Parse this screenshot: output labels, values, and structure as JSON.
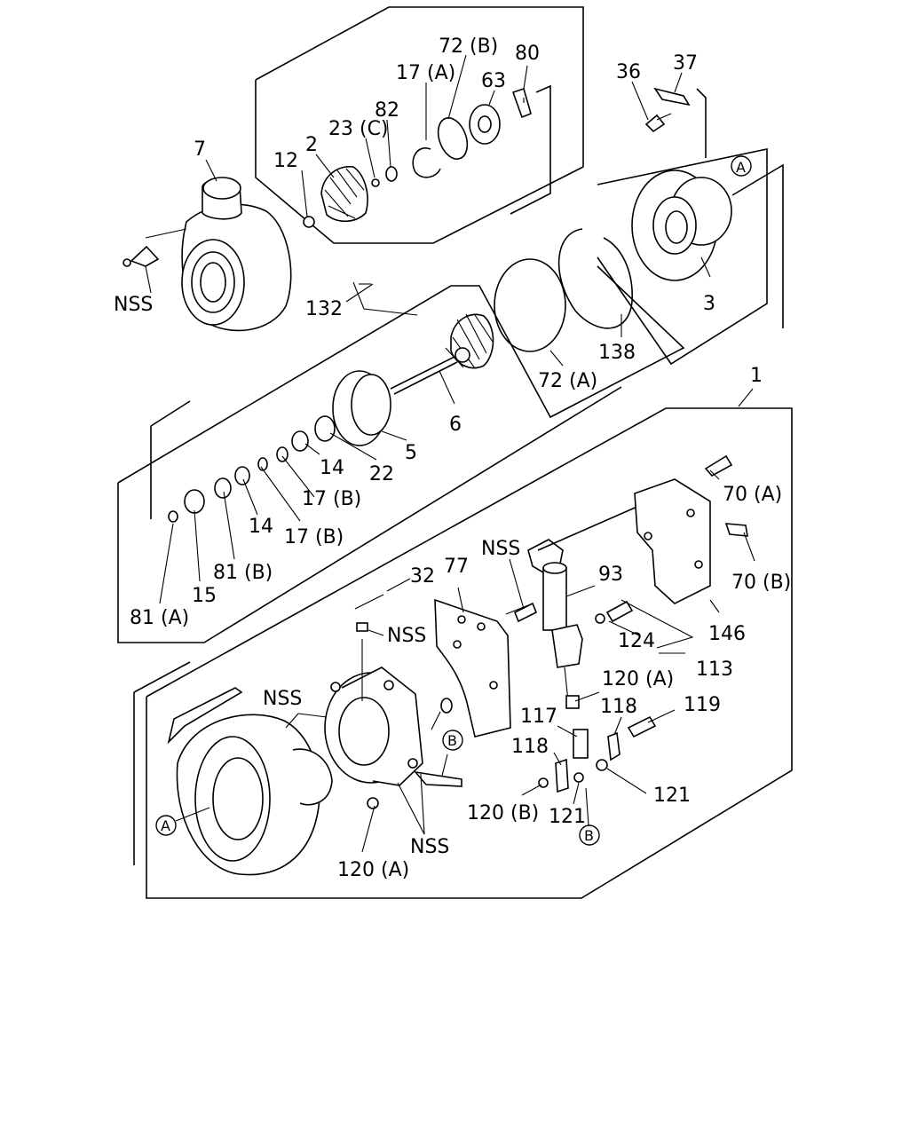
{
  "labels": {
    "l_7": "7",
    "l_12": "12",
    "l_2": "2",
    "l_23c": "23 (C)",
    "l_82": "82",
    "l_17a": "17 (A)",
    "l_72b": "72 (B)",
    "l_63": "63",
    "l_80": "80",
    "l_36": "36",
    "l_37": "37",
    "l_A_top": "A",
    "l_3": "3",
    "l_nss_1": "NSS",
    "l_132": "132",
    "l_138": "138",
    "l_72a": "72 (A)",
    "l_6": "6",
    "l_5": "5",
    "l_22": "22",
    "l_14a": "14",
    "l_17b_a": "17 (B)",
    "l_14b": "14",
    "l_17b_b": "17 (B)",
    "l_81b": "81 (B)",
    "l_15": "15",
    "l_81a": "81 (A)",
    "l_1": "1",
    "l_70a": "70 (A)",
    "l_70b": "70 (B)",
    "l_146": "146",
    "l_nss_2": "NSS",
    "l_77": "77",
    "l_93": "93",
    "l_32": "32",
    "l_nss_3": "NSS",
    "l_124": "124",
    "l_113": "113",
    "l_120a_1": "120 (A)",
    "l_nss_4": "NSS",
    "l_117": "117",
    "l_118a": "118",
    "l_119": "119",
    "l_118b": "118",
    "l_B_1": "B",
    "l_121a": "121",
    "l_120b": "120 (B)",
    "l_121b": "121",
    "l_B_2": "B",
    "l_A_bottom": "A",
    "l_nss_5": "NSS",
    "l_120a_2": "120 (A)"
  }
}
